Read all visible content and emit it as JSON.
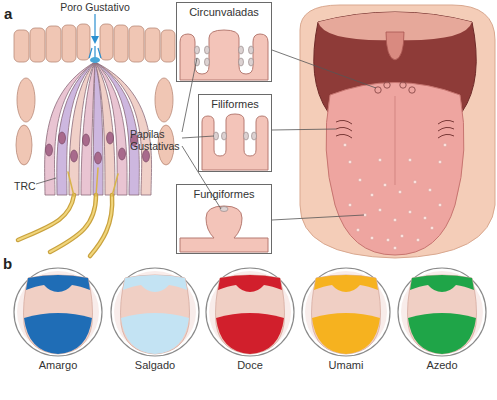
{
  "diagram": {
    "nodes": [
      {
        "text": [
          "Circunvaladas"
        ]
      },
      {
        "text": [
          "Filiformes"
        ]
      },
      {
        "text": [
          "Fungiformes"
        ]
      },
      {
        "text": [
          "Amargo"
        ]
      },
      {
        "text": [
          "Salgado"
        ]
      },
      {
        "text": [
          "Doce"
        ]
      },
      {
        "text": [
          "Umami"
        ]
      },
      {
        "text": [
          "Azedo"
        ]
      }
    ],
    "labels": [
      "a",
      "Poro Gustativo",
      "Papilas Gustativas",
      "TRC",
      "b"
    ]
  }
}
